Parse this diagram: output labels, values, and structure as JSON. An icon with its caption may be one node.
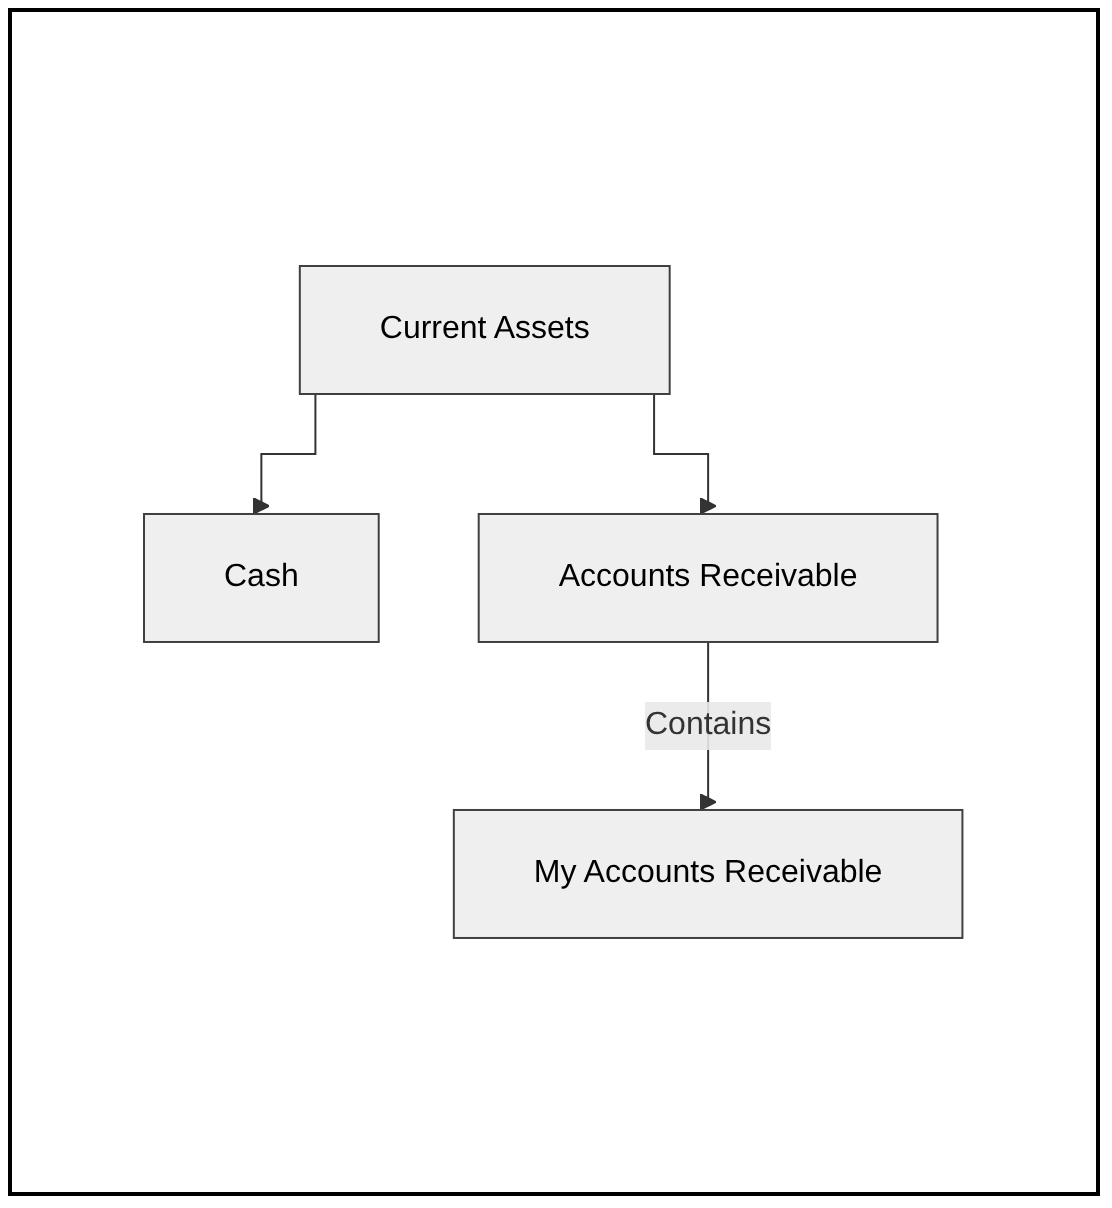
{
  "diagram": {
    "nodes": [
      {
        "text": [
          "Current Assets"
        ]
      },
      {
        "text": [
          "Cash"
        ]
      },
      {
        "text": [
          "Accounts Receivable"
        ]
      },
      {
        "text": [
          "My Accounts Receivable"
        ]
      }
    ],
    "edges": [
      {
        "from": 0,
        "to": 1,
        "arrow": "to"
      },
      {
        "from": 0,
        "to": 2,
        "arrow": "to"
      },
      {
        "from": 2,
        "to": 3,
        "arrow": "to",
        "label": "Contains"
      }
    ]
  }
}
